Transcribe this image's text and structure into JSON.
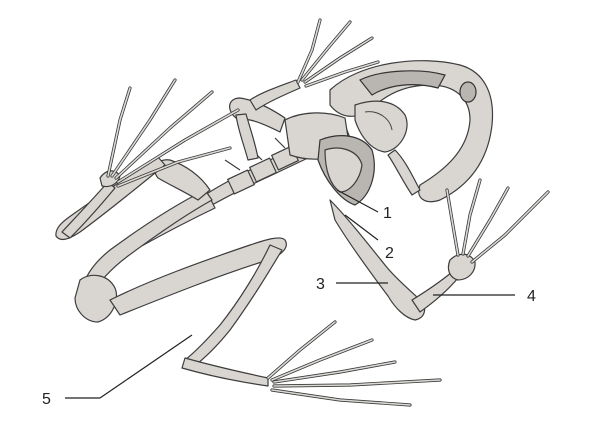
{
  "figure": {
    "subject": "frog-skeleton",
    "colors": {
      "bone": "#d9d6d2",
      "bone_shadow": "#b9b5b0",
      "outline": "#3d3d3d",
      "label": "#222222"
    }
  },
  "labels": [
    {
      "id": "1",
      "text": "1"
    },
    {
      "id": "2",
      "text": "2"
    },
    {
      "id": "3",
      "text": "3"
    },
    {
      "id": "4",
      "text": "4"
    },
    {
      "id": "5",
      "text": "5"
    }
  ]
}
